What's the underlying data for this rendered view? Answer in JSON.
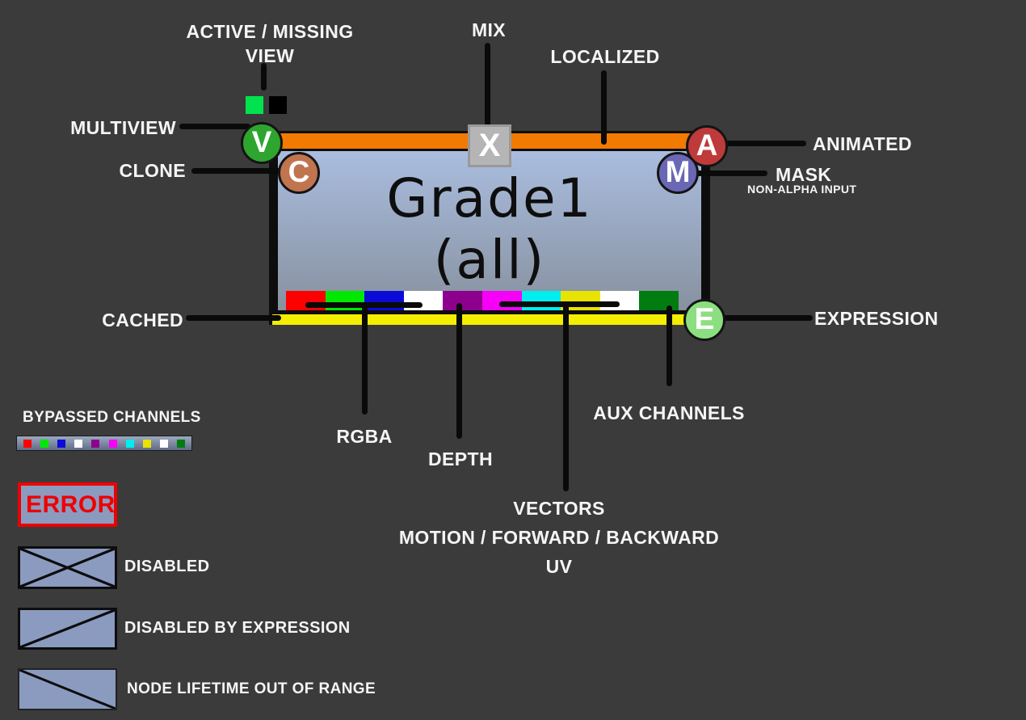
{
  "colors": {
    "bg": "#3b3b3b",
    "line": "#0a0a0a",
    "label": "#f5f5f5",
    "orange": "#f37a00",
    "cached": "#f4ee00",
    "nodetop": "#aabddf",
    "nodebottom": "#87919f",
    "boxfill": "#8b9bc0",
    "errorred": "#ee0000"
  },
  "node": {
    "title": "Grade1",
    "subtitle": "(all)",
    "channels": [
      "#fe0000",
      "#00e800",
      "#0b0bd8",
      "#ffffff",
      "#8d008d",
      "#f700f7",
      "#00eeee",
      "#e8e300",
      "#ffffff",
      "#007c10"
    ]
  },
  "badges": {
    "multiview": {
      "letter": "V",
      "fill": "#2ea52e"
    },
    "clone": {
      "letter": "C",
      "fill": "#c0744f"
    },
    "mix": {
      "letter": "X",
      "fill": "#b5b5b5"
    },
    "animated": {
      "letter": "A",
      "fill": "#bf3a3a"
    },
    "mask": {
      "letter": "M",
      "fill": "#6a67b5"
    },
    "expression": {
      "letter": "E",
      "fill": "#8cdf80"
    }
  },
  "view_indicator": {
    "active_color": "#00e34f",
    "missing_color": "#000000"
  },
  "labels": {
    "active_missing": "ACTIVE / MISSING",
    "view": "VIEW",
    "mix": "MIX",
    "localized": "LOCALIZED",
    "multiview": "MULTIVIEW",
    "clone": "CLONE",
    "animated": "ANIMATED",
    "mask": "MASK",
    "non_alpha_input": "NON-ALPHA INPUT",
    "cached": "CACHED",
    "expression": "EXPRESSION",
    "rgba": "RGBA",
    "depth": "DEPTH",
    "aux_channels": "AUX CHANNELS",
    "vectors": "VECTORS",
    "vectors_detail": "MOTION / FORWARD / BACKWARD",
    "uv": "UV"
  },
  "legend": {
    "bypassed": {
      "title": "BYPASSED CHANNELS",
      "colors": [
        "#fe0000",
        "#00e800",
        "#0b0bd8",
        "#ffffff",
        "#8d008d",
        "#f700f7",
        "#00eeee",
        "#e8e300",
        "#ffffff",
        "#007c10"
      ]
    },
    "error_label": "ERROR",
    "disabled_label": "DISABLED",
    "disabled_by_expression_label": "DISABLED BY EXPRESSION",
    "node_lifetime_label": "NODE LIFETIME OUT OF RANGE"
  }
}
